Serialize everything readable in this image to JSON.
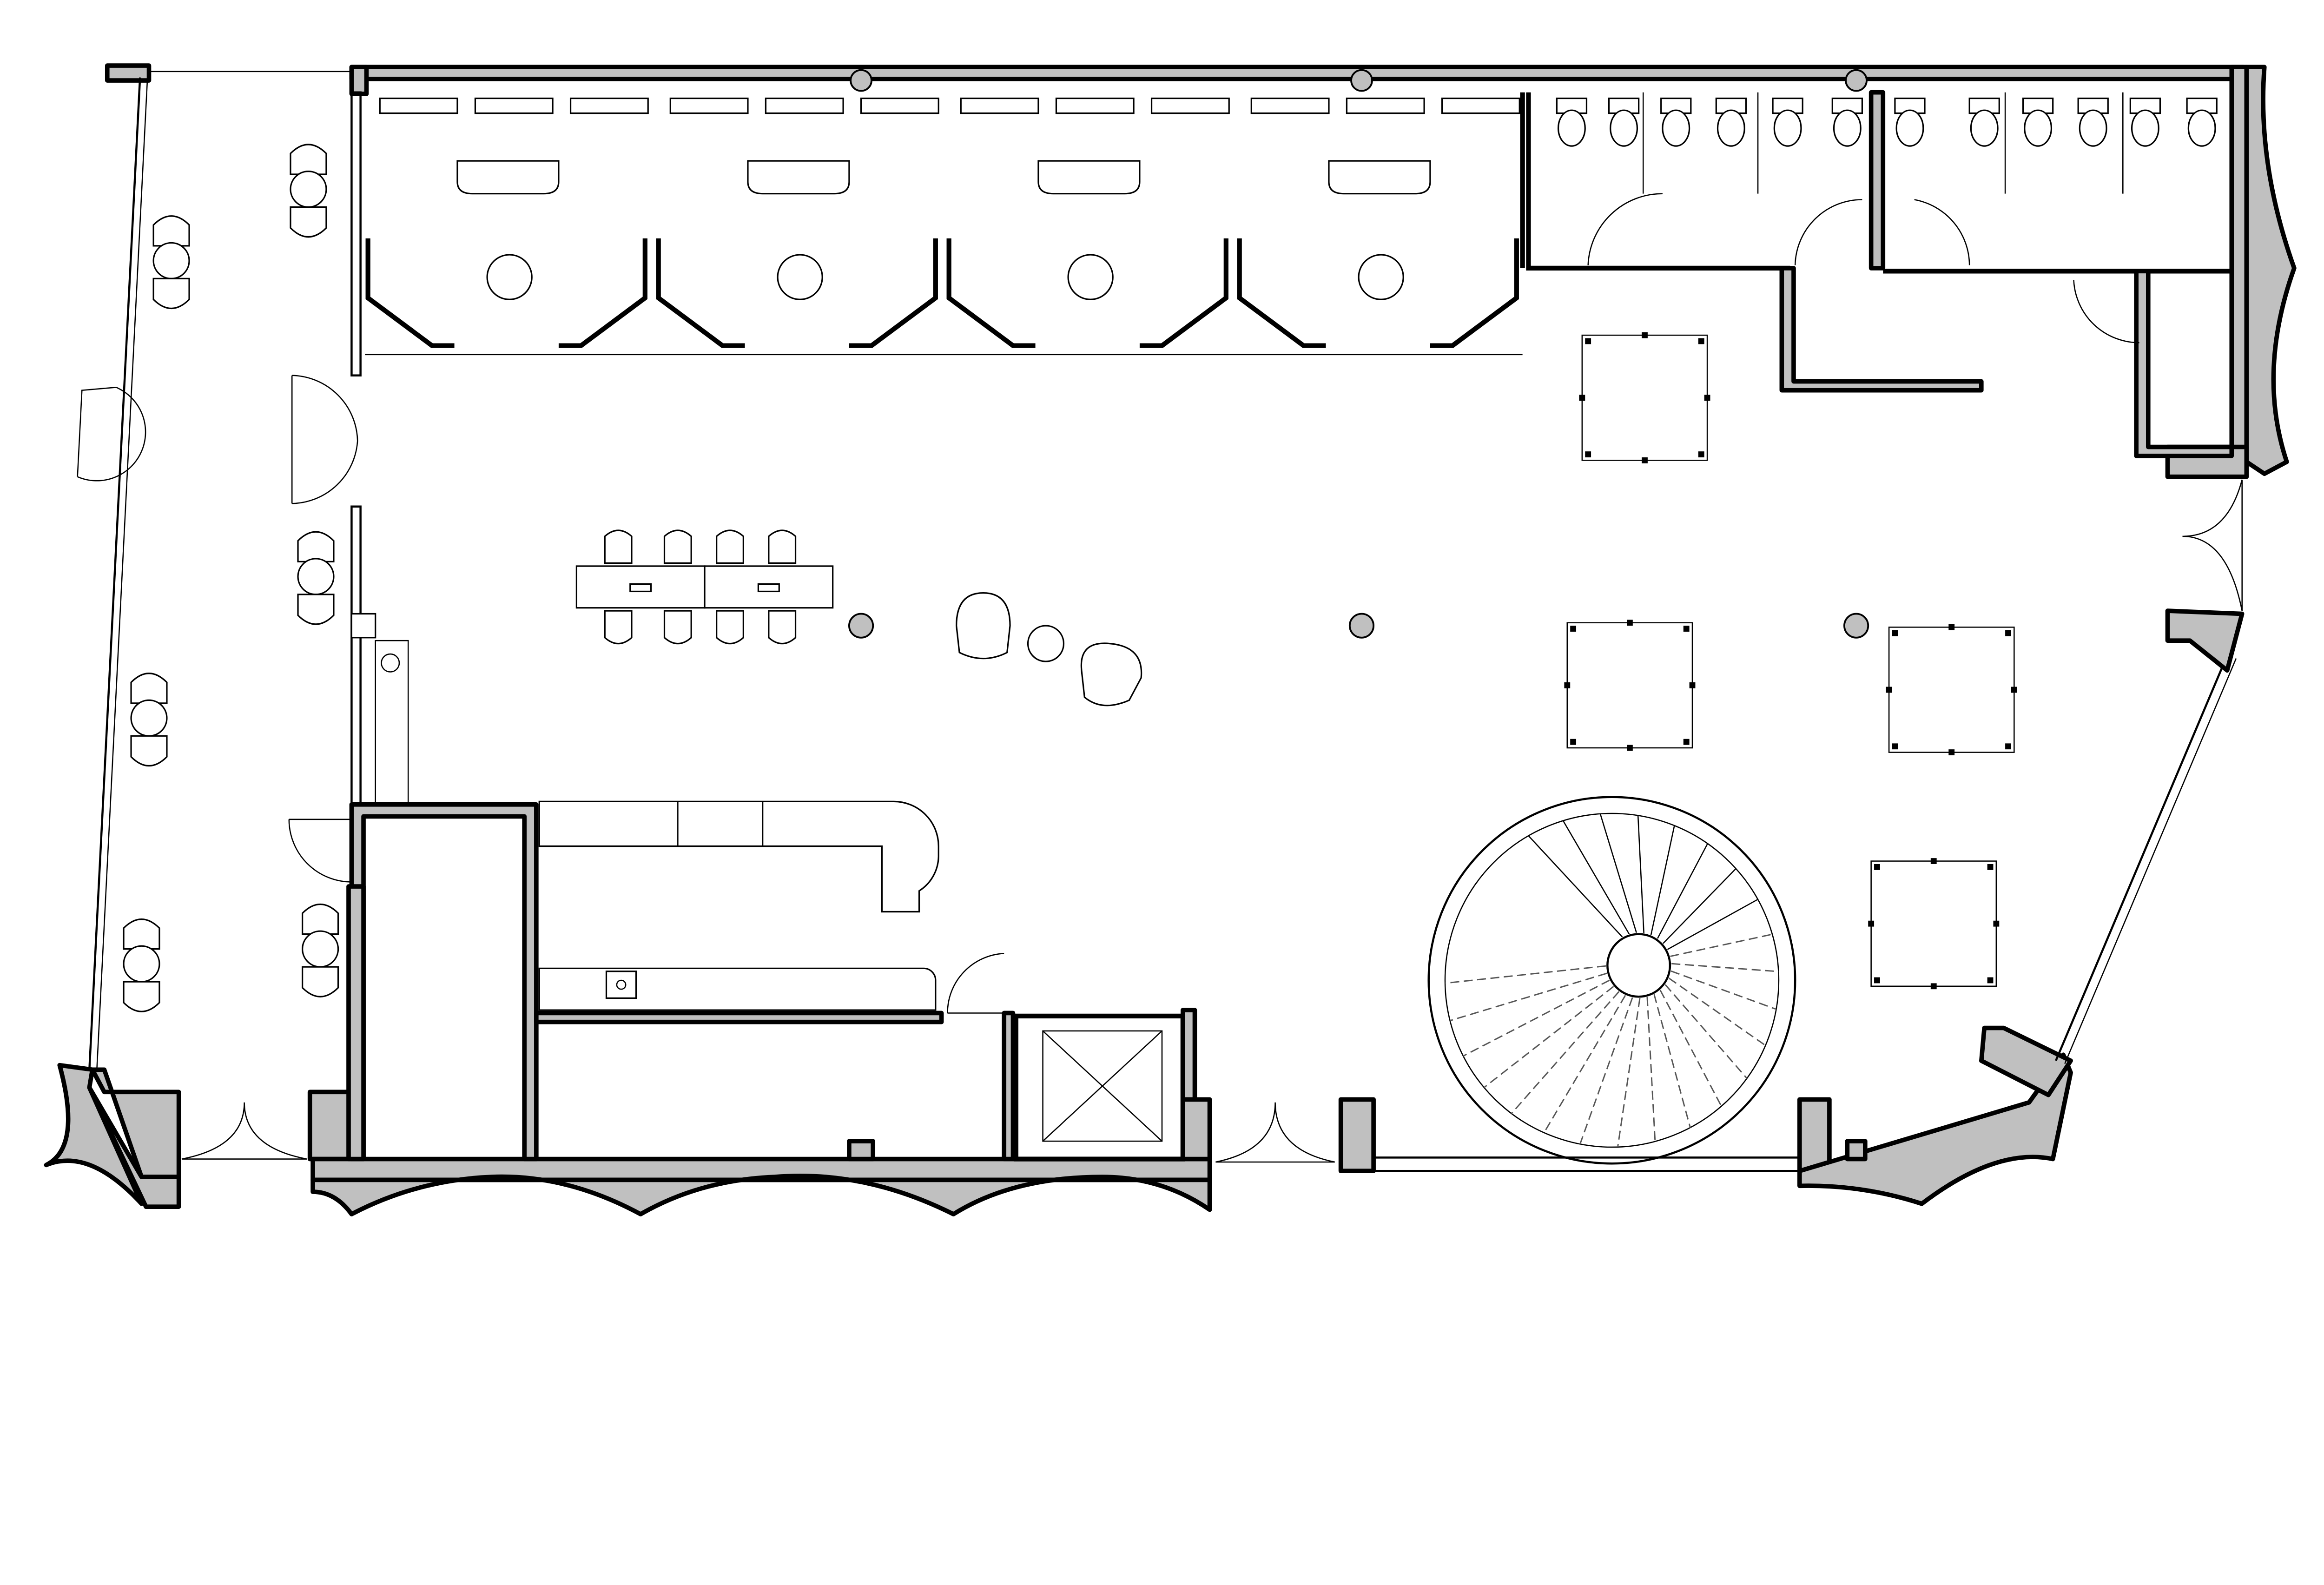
{
  "plan": {
    "wall_fill_color": "#c0c0c0",
    "line_color": "#000000",
    "background_color": "#ffffff",
    "icons": [
      "spiral-staircase",
      "elevator",
      "toilets",
      "meeting-room",
      "dining-table",
      "lounge-chair",
      "column",
      "door-swing"
    ]
  }
}
